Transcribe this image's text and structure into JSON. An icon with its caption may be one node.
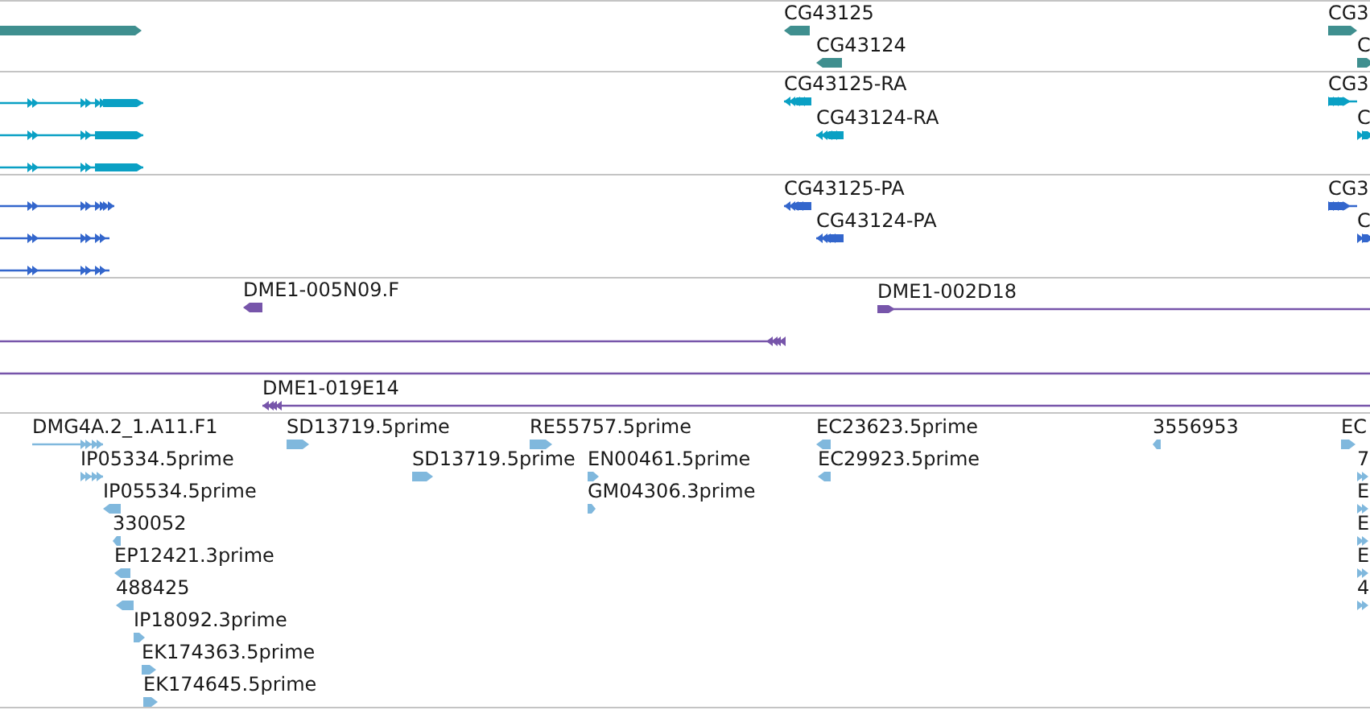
{
  "diagram": {
    "nodes": [
      {
        "text": [],
        "shape": "bar"
      },
      {
        "text": [
          "CG43125"
        ]
      },
      {
        "text": [
          "CG43124"
        ]
      },
      {
        "text": [
          "CG3"
        ]
      },
      {
        "text": [
          "C"
        ]
      },
      {
        "text": [],
        "shape": "bar"
      },
      {
        "text": [],
        "shape": "bar"
      },
      {
        "text": [],
        "shape": "bar"
      },
      {
        "text": [
          "CG43125-RA"
        ]
      },
      {
        "text": [
          "CG43124-RA"
        ]
      },
      {
        "text": [
          "CG3"
        ]
      },
      {
        "text": [
          "C"
        ]
      },
      {
        "text": [],
        "shape": "bar"
      },
      {
        "text": [],
        "shape": "bar"
      },
      {
        "text": [],
        "shape": "bar"
      },
      {
        "text": [
          "CG43125-PA"
        ]
      },
      {
        "text": [
          "CG43124-PA"
        ]
      },
      {
        "text": [
          "CG3"
        ]
      },
      {
        "text": [
          "C"
        ]
      },
      {
        "text": [
          "DME1-005N09.F"
        ]
      },
      {
        "text": [
          "DME1-002D18"
        ]
      },
      {
        "text": [],
        "shape": "bar"
      },
      {
        "text": [],
        "shape": "bar"
      },
      {
        "text": [
          "DME1-019E14"
        ]
      },
      {
        "text": [
          "DMG4A.2_1.A11.F1"
        ]
      },
      {
        "text": [
          "IP05334.5prime"
        ]
      },
      {
        "text": [
          "IP05534.5prime"
        ]
      },
      {
        "text": [
          "330052"
        ]
      },
      {
        "text": [
          "EP12421.3prime"
        ]
      },
      {
        "text": [
          "488425"
        ]
      },
      {
        "text": [
          "IP18092.3prime"
        ]
      },
      {
        "text": [
          "EK174363.5prime"
        ]
      },
      {
        "text": [
          "EK174645.5prime"
        ]
      },
      {
        "text": [
          "SD13719.5prime"
        ]
      },
      {
        "text": [
          "SD13719.5prime"
        ]
      },
      {
        "text": [
          "RE55757.5prime"
        ]
      },
      {
        "text": [
          "EN00461.5prime"
        ]
      },
      {
        "text": [
          "GM04306.3prime"
        ]
      },
      {
        "text": [
          "EC23623.5prime"
        ]
      },
      {
        "text": [
          "EC29923.5prime"
        ]
      },
      {
        "text": [
          "3556953"
        ]
      },
      {
        "text": [
          "EC"
        ]
      },
      {
        "text": [
          "7"
        ]
      },
      {
        "text": [
          "E"
        ]
      },
      {
        "text": [
          "E"
        ]
      },
      {
        "text": [
          "E"
        ]
      },
      {
        "text": [
          "4"
        ]
      }
    ]
  }
}
